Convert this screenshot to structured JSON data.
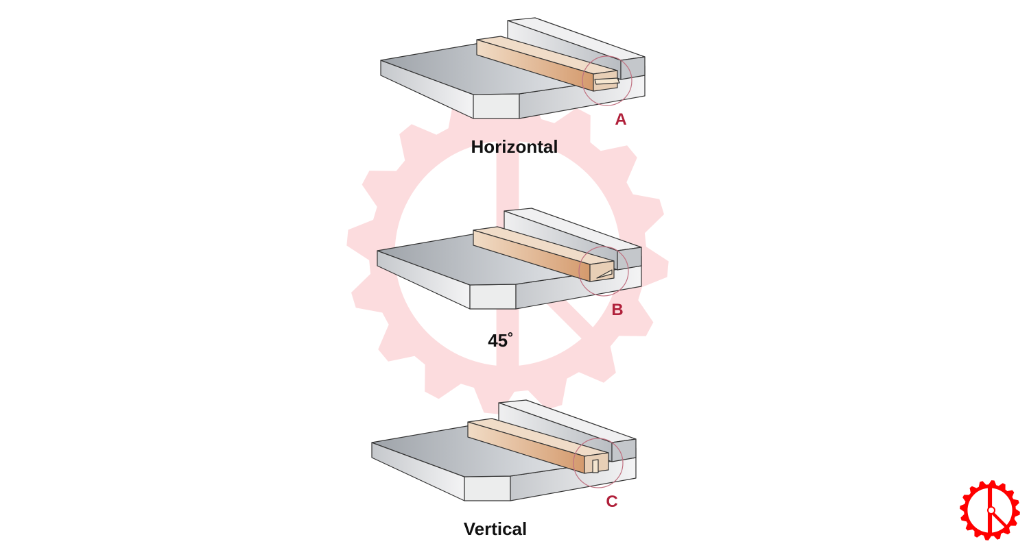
{
  "diagram": {
    "panels": [
      {
        "letter": "A",
        "caption": "Horizontal"
      },
      {
        "letter": "B",
        "caption": "45˚"
      },
      {
        "letter": "C",
        "caption": "Vertical"
      }
    ]
  },
  "colors": {
    "watermark": "#fcd7d9",
    "logo": "#ff0000",
    "letter": "#b0203a",
    "wood": "#e2b894",
    "metal": "#c8ccd2"
  }
}
